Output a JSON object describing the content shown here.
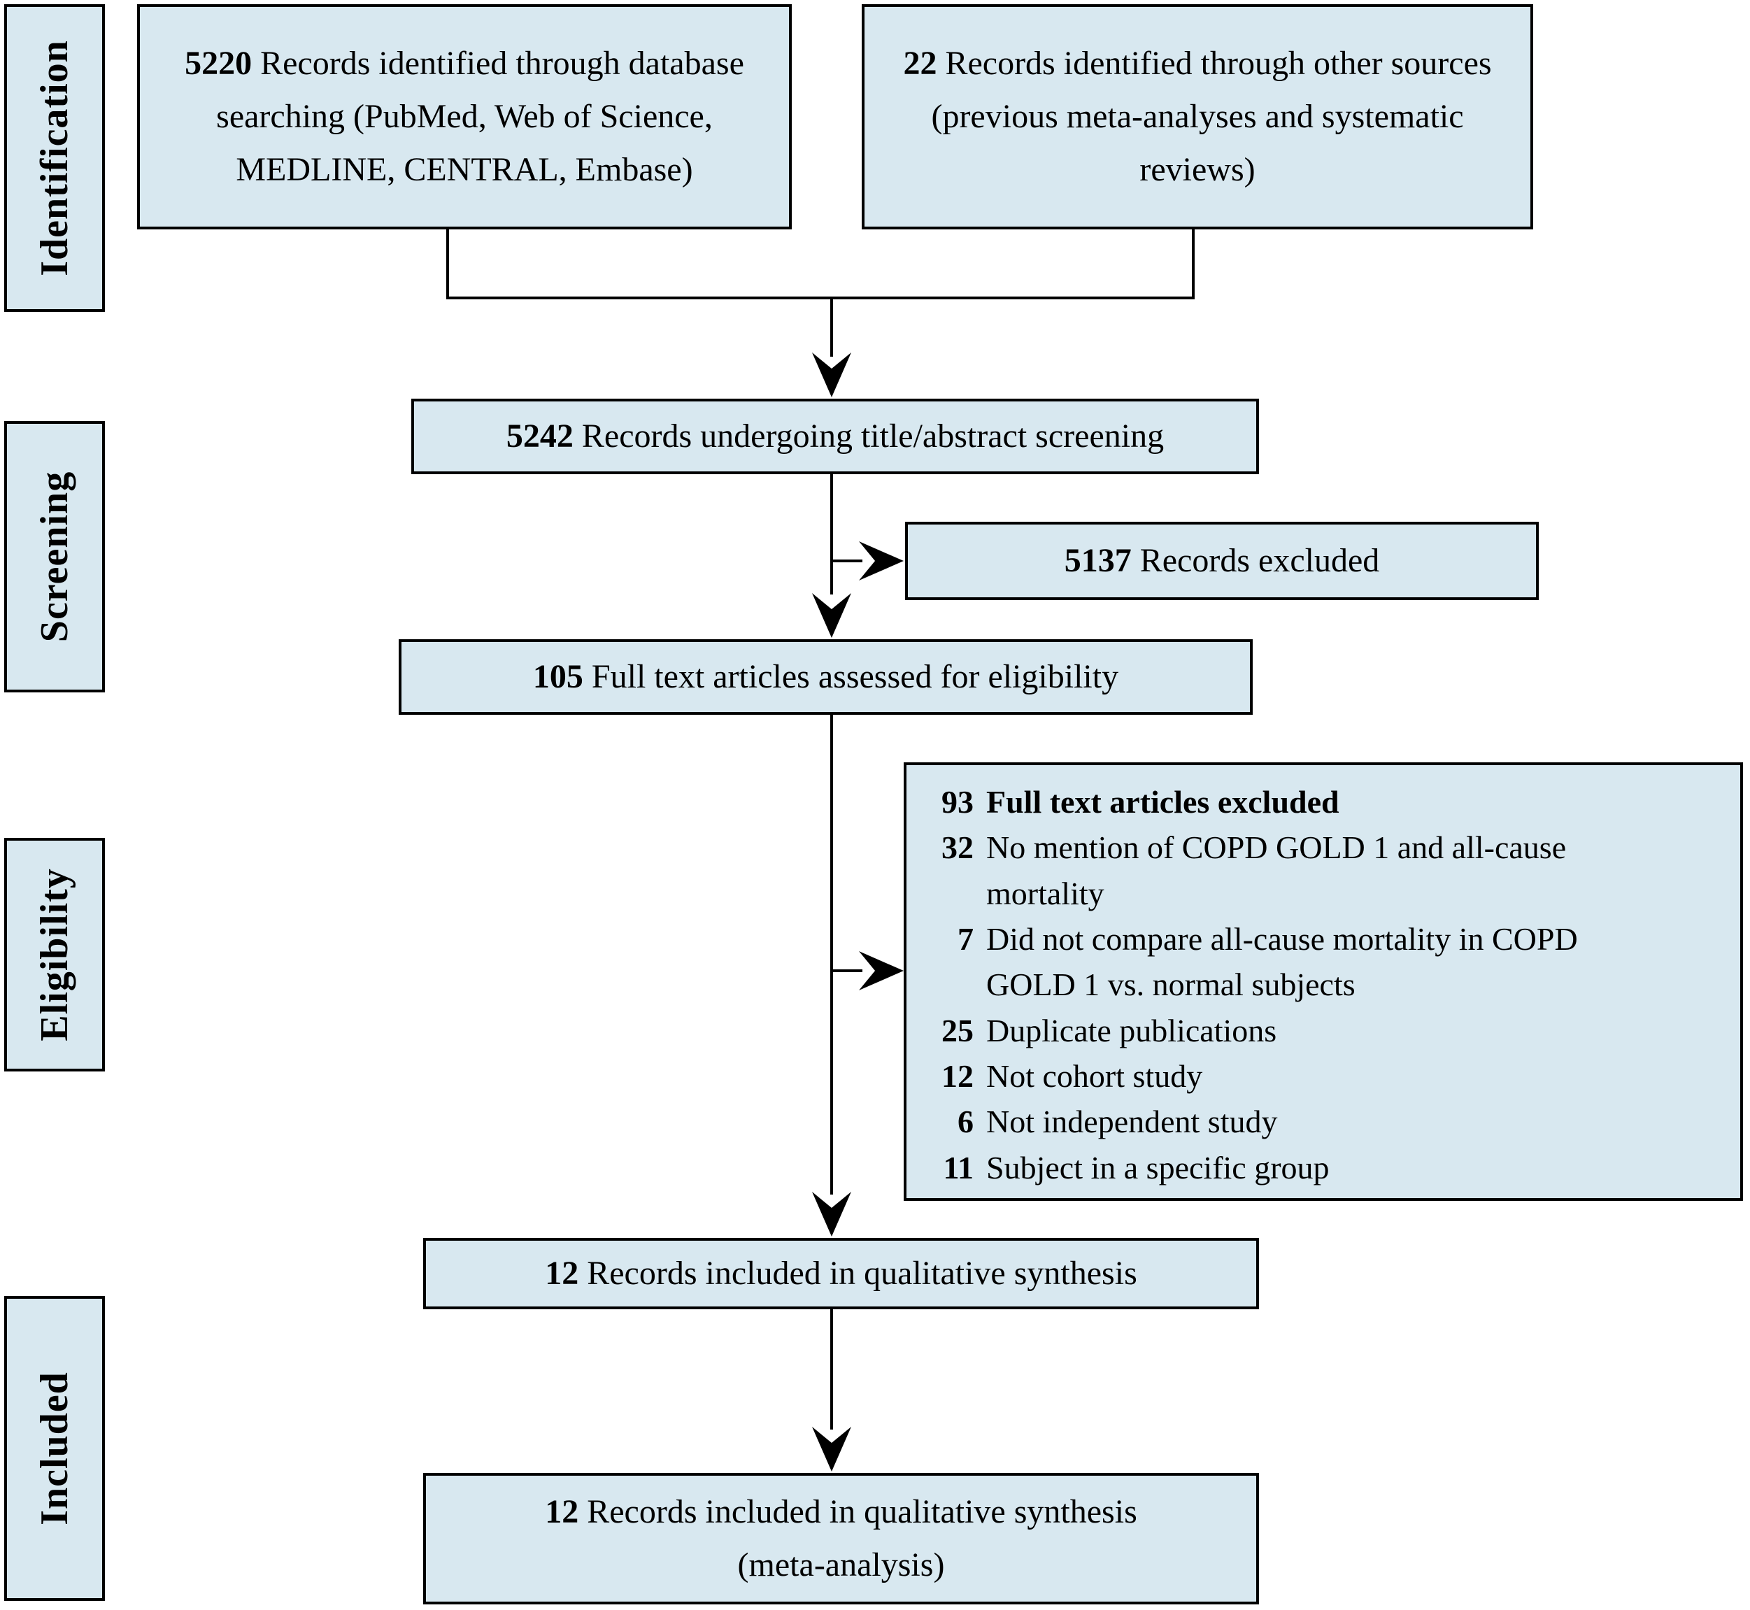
{
  "diagram": {
    "type": "prisma-flow",
    "colors": {
      "box_fill": "#d8e8f0",
      "box_border": "#000000",
      "background": "#ffffff",
      "text": "#000000"
    },
    "stages": [
      {
        "label": "Identification"
      },
      {
        "label": "Screening"
      },
      {
        "label": "Eligibility"
      },
      {
        "label": "Included"
      }
    ],
    "boxes": {
      "database": {
        "count": "5220",
        "text": "Records identified through database searching (PubMed, Web of Science, MEDLINE, CENTRAL, Embase)"
      },
      "other_sources": {
        "count": "22",
        "text": "Records identified through other sources (previous meta-analyses and systematic reviews)"
      },
      "title_abstract": {
        "count": "5242",
        "text": "Records undergoing title/abstract screening"
      },
      "records_excluded": {
        "count": "5137",
        "text": "Records excluded"
      },
      "full_text": {
        "count": "105",
        "text": "Full text articles assessed for eligibility"
      },
      "full_text_excluded": {
        "count": "93",
        "text": "Full text articles excluded",
        "reasons": [
          {
            "count": "32",
            "text": "No mention of COPD GOLD 1 and all-cause mortality"
          },
          {
            "count": "7",
            "text": "Did not compare all-cause mortality in COPD GOLD 1 vs. normal subjects"
          },
          {
            "count": "25",
            "text": "Duplicate publications"
          },
          {
            "count": "12",
            "text": "Not cohort study"
          },
          {
            "count": "6",
            "text": "Not independent study"
          },
          {
            "count": "11",
            "text": "Subject in a specific group"
          }
        ]
      },
      "qualitative": {
        "count": "12",
        "text": "Records included in qualitative synthesis"
      },
      "meta_analysis": {
        "count": "12",
        "text": "Records included in qualitative synthesis",
        "text2": "(meta-analysis)"
      }
    }
  }
}
